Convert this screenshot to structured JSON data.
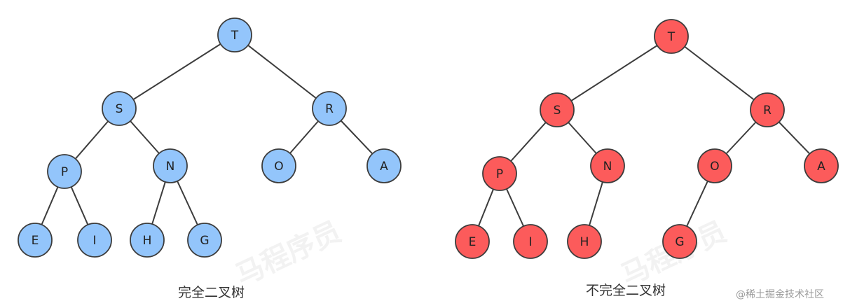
{
  "trees": [
    {
      "id": "complete",
      "caption": "完全二叉树",
      "fill": "#93c5fb",
      "stroke": "#3c3c3c",
      "nodes": [
        {
          "id": "T",
          "label": "T"
        },
        {
          "id": "S",
          "label": "S"
        },
        {
          "id": "R",
          "label": "R"
        },
        {
          "id": "P",
          "label": "P"
        },
        {
          "id": "N",
          "label": "N"
        },
        {
          "id": "O",
          "label": "O"
        },
        {
          "id": "A",
          "label": "A"
        },
        {
          "id": "E",
          "label": "E"
        },
        {
          "id": "I",
          "label": "I"
        },
        {
          "id": "H",
          "label": "H"
        },
        {
          "id": "G",
          "label": "G"
        }
      ],
      "edges": [
        [
          "T",
          "S"
        ],
        [
          "T",
          "R"
        ],
        [
          "S",
          "P"
        ],
        [
          "S",
          "N"
        ],
        [
          "R",
          "O"
        ],
        [
          "R",
          "A"
        ],
        [
          "P",
          "E"
        ],
        [
          "P",
          "I"
        ],
        [
          "N",
          "H"
        ],
        [
          "N",
          "G"
        ]
      ]
    },
    {
      "id": "incomplete",
      "caption": "不完全二叉树",
      "fill": "#fc5b5b",
      "stroke": "#3c3c3c",
      "nodes": [
        {
          "id": "T",
          "label": "T"
        },
        {
          "id": "S",
          "label": "S"
        },
        {
          "id": "R",
          "label": "R"
        },
        {
          "id": "P",
          "label": "P"
        },
        {
          "id": "N",
          "label": "N"
        },
        {
          "id": "O",
          "label": "O"
        },
        {
          "id": "A",
          "label": "A"
        },
        {
          "id": "E",
          "label": "E"
        },
        {
          "id": "I",
          "label": "I"
        },
        {
          "id": "H",
          "label": "H"
        },
        {
          "id": "G",
          "label": "G"
        }
      ],
      "edges": [
        [
          "T",
          "S"
        ],
        [
          "T",
          "R"
        ],
        [
          "S",
          "P"
        ],
        [
          "S",
          "N"
        ],
        [
          "R",
          "O"
        ],
        [
          "R",
          "A"
        ],
        [
          "P",
          "E"
        ],
        [
          "P",
          "I"
        ],
        [
          "N",
          "H"
        ],
        [
          "O",
          "G"
        ]
      ]
    }
  ],
  "credit": "@稀土掘金技术社区",
  "watermark": "马程序员"
}
